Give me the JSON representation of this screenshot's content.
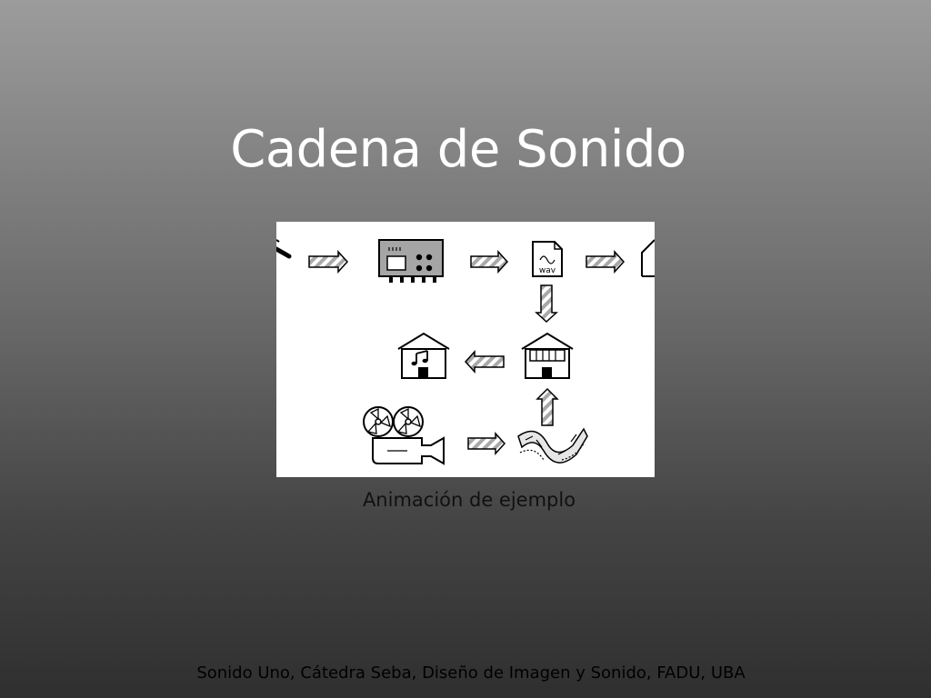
{
  "slide": {
    "title": "Cadena de Sonido",
    "caption": "Animación de ejemplo",
    "footer": "Sonido Uno, Cátedra Seba, Diseño de Imagen y Sonido, FADU, UBA"
  },
  "diagram": {
    "wav_label": "wav"
  },
  "colors": {
    "arrow_fill": "#a9a9a9",
    "device_fill": "#a5a5a5",
    "stroke": "#000000"
  },
  "icons": [
    "microphone-icon",
    "audio-interface-icon",
    "wav-file-icon",
    "house-icon",
    "house-music-icon",
    "cinema-house-icon",
    "film-projector-icon",
    "film-strip-icon",
    "right-arrow-icon",
    "down-arrow-icon",
    "left-arrow-icon",
    "up-arrow-icon"
  ]
}
